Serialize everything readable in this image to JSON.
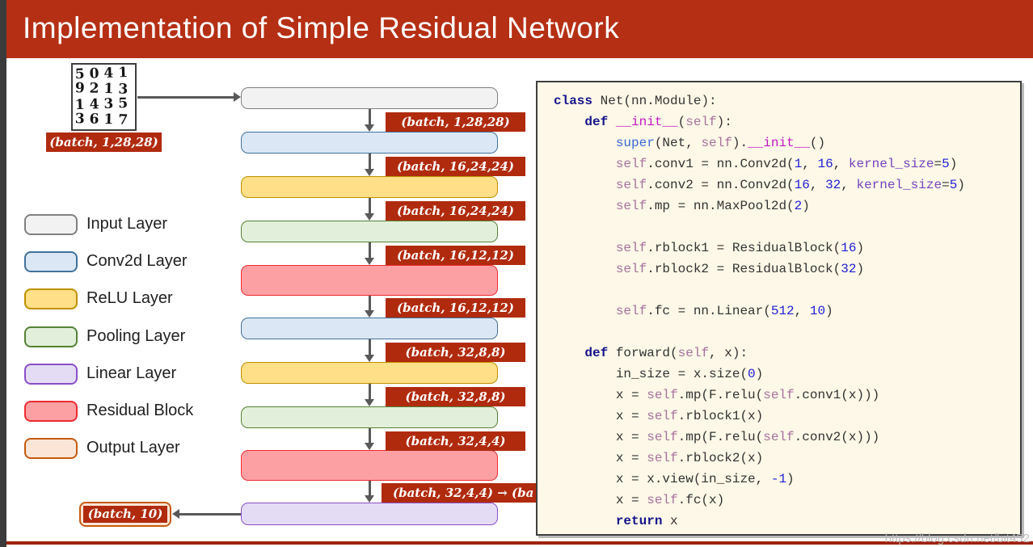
{
  "title": "Implementation of Simple Residual Network",
  "colors": {
    "title_bar": "#B52F14",
    "left_strip": "#3B3B3B",
    "bottom_line": "#9E2409",
    "badge_red": "#B02B0E",
    "arrow": "#595959",
    "panel_bg": "#FDF8E7",
    "panel_border": "#3F3F3F"
  },
  "mnist": {
    "rows": [
      "5041",
      "9213",
      "1435",
      "3617"
    ],
    "badge": "(batch, 1,28,28)"
  },
  "layer_styles": {
    "input": {
      "fill": "#F2F2F2",
      "border": "#808080"
    },
    "conv": {
      "fill": "#DBE7F4",
      "border": "#41719C"
    },
    "relu": {
      "fill": "#FFDF87",
      "border": "#BF9000"
    },
    "pool": {
      "fill": "#E2EFDA",
      "border": "#548235"
    },
    "residual": {
      "fill": "#FCA0A4",
      "border": "#EE2B31"
    },
    "linear": {
      "fill": "#E4DCF5",
      "border": "#8A4FC8"
    },
    "output": {
      "fill": "#FBE5D6",
      "border": "#C55A11"
    }
  },
  "flow": {
    "blocks": [
      "input",
      "conv",
      "relu",
      "pool",
      "residual",
      "conv",
      "relu",
      "pool",
      "residual",
      "linear"
    ],
    "badges": [
      {
        "text": "(batch, 1,28,28)"
      },
      {
        "text": "(batch, 16,24,24)"
      },
      {
        "text": "(batch, 16,24,24)"
      },
      {
        "text": "(batch, 16,12,12)"
      },
      {
        "text": "(batch, 16,12,12)"
      },
      {
        "text": "(batch, 32,8,8)"
      },
      {
        "text": "(batch, 32,8,8)"
      },
      {
        "text": "(batch, 32,4,4)"
      },
      {
        "text": "(batch, 32,4,4) → (ba",
        "clipped": true
      }
    ]
  },
  "legend": {
    "items": [
      {
        "label": "Input Layer",
        "type": "input"
      },
      {
        "label": "Conv2d Layer",
        "type": "conv"
      },
      {
        "label": "ReLU Layer",
        "type": "relu"
      },
      {
        "label": "Pooling Layer",
        "type": "pool"
      },
      {
        "label": "Linear Layer",
        "type": "linear"
      },
      {
        "label": "Residual Block",
        "type": "residual"
      },
      {
        "label": "Output Layer",
        "type": "output"
      }
    ]
  },
  "output_badge": {
    "label": "(batch, 10)"
  },
  "code": {
    "token_colors": {
      "kw": "#14148C",
      "dn": "#C219C2",
      "sf": "#A9709F",
      "bi": "#3A6BD8",
      "nu": "#2121D6",
      "ka": "#7743BE",
      "p": "#333333"
    },
    "lines": [
      [
        {
          "c": "kw",
          "t": "class"
        },
        {
          "c": "p",
          "t": " Net(nn.Module):"
        }
      ],
      [
        {
          "c": "p",
          "t": "    "
        },
        {
          "c": "kw",
          "t": "def"
        },
        {
          "c": "p",
          "t": " "
        },
        {
          "c": "dn",
          "t": "__init__"
        },
        {
          "c": "p",
          "t": "("
        },
        {
          "c": "sf",
          "t": "self"
        },
        {
          "c": "p",
          "t": "):"
        }
      ],
      [
        {
          "c": "p",
          "t": "        "
        },
        {
          "c": "bi",
          "t": "super"
        },
        {
          "c": "p",
          "t": "(Net, "
        },
        {
          "c": "sf",
          "t": "self"
        },
        {
          "c": "p",
          "t": ")."
        },
        {
          "c": "dn",
          "t": "__init__"
        },
        {
          "c": "p",
          "t": "()"
        }
      ],
      [
        {
          "c": "p",
          "t": "        "
        },
        {
          "c": "sf",
          "t": "self"
        },
        {
          "c": "p",
          "t": ".conv1 = nn.Conv2d("
        },
        {
          "c": "nu",
          "t": "1"
        },
        {
          "c": "p",
          "t": ", "
        },
        {
          "c": "nu",
          "t": "16"
        },
        {
          "c": "p",
          "t": ", "
        },
        {
          "c": "ka",
          "t": "kernel_size"
        },
        {
          "c": "p",
          "t": "="
        },
        {
          "c": "nu",
          "t": "5"
        },
        {
          "c": "p",
          "t": ")"
        }
      ],
      [
        {
          "c": "p",
          "t": "        "
        },
        {
          "c": "sf",
          "t": "self"
        },
        {
          "c": "p",
          "t": ".conv2 = nn.Conv2d("
        },
        {
          "c": "nu",
          "t": "16"
        },
        {
          "c": "p",
          "t": ", "
        },
        {
          "c": "nu",
          "t": "32"
        },
        {
          "c": "p",
          "t": ", "
        },
        {
          "c": "ka",
          "t": "kernel_size"
        },
        {
          "c": "p",
          "t": "="
        },
        {
          "c": "nu",
          "t": "5"
        },
        {
          "c": "p",
          "t": ")"
        }
      ],
      [
        {
          "c": "p",
          "t": "        "
        },
        {
          "c": "sf",
          "t": "self"
        },
        {
          "c": "p",
          "t": ".mp = nn.MaxPool2d("
        },
        {
          "c": "nu",
          "t": "2"
        },
        {
          "c": "p",
          "t": ")"
        }
      ],
      [],
      [
        {
          "c": "p",
          "t": "        "
        },
        {
          "c": "sf",
          "t": "self"
        },
        {
          "c": "p",
          "t": ".rblock1 = ResidualBlock("
        },
        {
          "c": "nu",
          "t": "16"
        },
        {
          "c": "p",
          "t": ")"
        }
      ],
      [
        {
          "c": "p",
          "t": "        "
        },
        {
          "c": "sf",
          "t": "self"
        },
        {
          "c": "p",
          "t": ".rblock2 = ResidualBlock("
        },
        {
          "c": "nu",
          "t": "32"
        },
        {
          "c": "p",
          "t": ")"
        }
      ],
      [],
      [
        {
          "c": "p",
          "t": "        "
        },
        {
          "c": "sf",
          "t": "self"
        },
        {
          "c": "p",
          "t": ".fc = nn.Linear("
        },
        {
          "c": "nu",
          "t": "512"
        },
        {
          "c": "p",
          "t": ", "
        },
        {
          "c": "nu",
          "t": "10"
        },
        {
          "c": "p",
          "t": ")"
        }
      ],
      [],
      [
        {
          "c": "p",
          "t": "    "
        },
        {
          "c": "kw",
          "t": "def"
        },
        {
          "c": "p",
          "t": " forward("
        },
        {
          "c": "sf",
          "t": "self"
        },
        {
          "c": "p",
          "t": ", x):"
        }
      ],
      [
        {
          "c": "p",
          "t": "        in_size = x.size("
        },
        {
          "c": "nu",
          "t": "0"
        },
        {
          "c": "p",
          "t": ")"
        }
      ],
      [
        {
          "c": "p",
          "t": "        x = "
        },
        {
          "c": "sf",
          "t": "self"
        },
        {
          "c": "p",
          "t": ".mp(F.relu("
        },
        {
          "c": "sf",
          "t": "self"
        },
        {
          "c": "p",
          "t": ".conv1(x)))"
        }
      ],
      [
        {
          "c": "p",
          "t": "        x = "
        },
        {
          "c": "sf",
          "t": "self"
        },
        {
          "c": "p",
          "t": ".rblock1(x)"
        }
      ],
      [
        {
          "c": "p",
          "t": "        x = "
        },
        {
          "c": "sf",
          "t": "self"
        },
        {
          "c": "p",
          "t": ".mp(F.relu("
        },
        {
          "c": "sf",
          "t": "self"
        },
        {
          "c": "p",
          "t": ".conv2(x)))"
        }
      ],
      [
        {
          "c": "p",
          "t": "        x = "
        },
        {
          "c": "sf",
          "t": "self"
        },
        {
          "c": "p",
          "t": ".rblock2(x)"
        }
      ],
      [
        {
          "c": "p",
          "t": "        x = x.view(in_size, "
        },
        {
          "c": "nu",
          "t": "-1"
        },
        {
          "c": "p",
          "t": ")"
        }
      ],
      [
        {
          "c": "p",
          "t": "        x = "
        },
        {
          "c": "sf",
          "t": "self"
        },
        {
          "c": "p",
          "t": ".fc(x)"
        }
      ],
      [
        {
          "c": "p",
          "t": "        "
        },
        {
          "c": "kw",
          "t": "return"
        },
        {
          "c": "p",
          "t": " x"
        }
      ]
    ]
  },
  "watermark": "https://blog.csdn.net/bit452"
}
